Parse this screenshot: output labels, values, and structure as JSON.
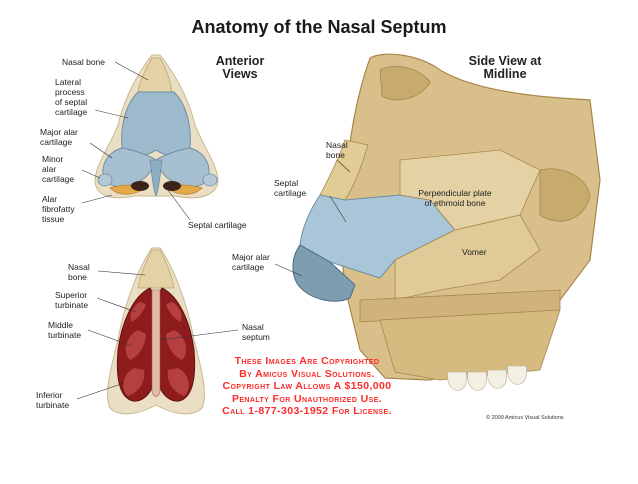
{
  "title": "Anatomy of the Nasal Septum",
  "anterior_views": {
    "heading": "Anterior\nViews",
    "top_labels": {
      "nasal_bone": "Nasal bone",
      "lateral_process": "Lateral\nprocess\nof septal\ncartilage",
      "major_alar": "Major alar\ncartilage",
      "minor_alar": "Minor\nalar\ncartilage",
      "alar_fibrofatty": "Alar\nfibrofatty\ntissue",
      "septal_cartilage": "Septal cartilage"
    },
    "bottom_labels": {
      "nasal_bone": "Nasal\nbone",
      "superior_turbinate": "Superior\nturbinate",
      "middle_turbinate": "Middle\nturbinate",
      "nasal_septum": "Nasal\nseptum",
      "inferior_turbinate": "Inferior\nturbinate"
    }
  },
  "side_view": {
    "heading": "Side View at\nMidline",
    "labels": {
      "nasal_bone": "Nasal\nbone",
      "septal_cartilage": "Septal\ncartilage",
      "perpendicular_plate": "Perpendicular plate\nof ethmoid bone",
      "vomer": "Vomer",
      "major_alar": "Major alar\ncartilage"
    }
  },
  "watermark": "These Images Are Copyrighted\nBy Amicus Visual Solutions.\nCopyright Law Allows A $150,000\nPenalty For Unauthorized Use.\nCall 1-877-303-1952 For License.",
  "copyright": "© 2009 Amicus Visual Solutions",
  "colors": {
    "cartilage_blue": "#9db9cc",
    "bone": "#d9c08a",
    "bone_dark": "#a8874e",
    "skin": "#e8dcc0",
    "mucosa": "#8e1c1c",
    "fat": "#e3a84a",
    "watermark": "#ff2a2a"
  }
}
